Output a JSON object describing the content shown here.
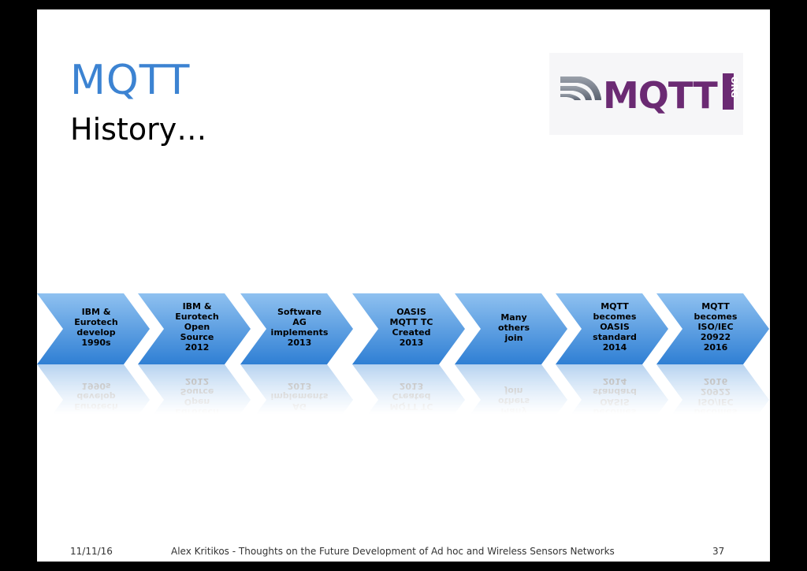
{
  "slide": {
    "title": "MQTT",
    "subtitle": "History…",
    "logo": {
      "text": "MQTT",
      "suffix": "ORG",
      "colors": {
        "bars": "#6b2a73",
        "text": "#6b2a73"
      }
    },
    "timeline": [
      {
        "lines": [
          "IBM &",
          "Eurotech",
          "develop",
          "1990s"
        ]
      },
      {
        "lines": [
          "IBM &",
          "Eurotech",
          "Open",
          "Source",
          "2012"
        ]
      },
      {
        "lines": [
          "Software",
          "AG",
          "implements",
          "2013"
        ]
      },
      {
        "lines": [
          "OASIS",
          "MQTT TC",
          "Created",
          "2013"
        ]
      },
      {
        "lines": [
          "Many",
          "others",
          "join"
        ]
      },
      {
        "lines": [
          "MQTT",
          "becomes",
          "OASIS",
          "standard",
          "2014"
        ]
      },
      {
        "lines": [
          "MQTT",
          "becomes",
          "ISO/IEC",
          "20922",
          "2016"
        ]
      }
    ],
    "colors": {
      "chevron_top": "#8fc1f0",
      "chevron_bottom": "#2f7fd4",
      "title": "#3c83d2"
    },
    "footer": {
      "date": "11/11/16",
      "center": "Alex Kritikos - Thoughts on the Future Development of Ad hoc and Wireless Sensors Networks",
      "page": "37"
    }
  }
}
